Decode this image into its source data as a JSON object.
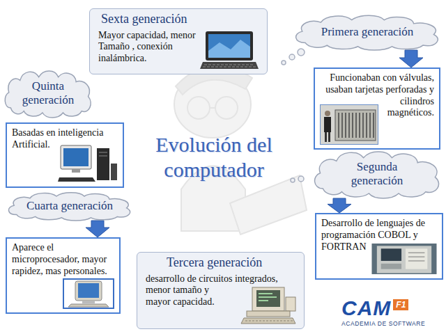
{
  "diagram": {
    "title": "Evolución del computador",
    "nodes": [
      {
        "text": [
          "Sexta generación",
          "Mayor capacidad, menor Tamaño , conexión inalámbrica."
        ]
      },
      {
        "text": [
          "Primera generación"
        ]
      },
      {
        "text": [
          "Funcionaban con válvulas, usaban tarjetas perforadas y cilindros magnéticos."
        ]
      },
      {
        "text": [
          "Quinta generación"
        ]
      },
      {
        "text": [
          "Basadas en inteligencia Artificial."
        ]
      },
      {
        "text": [
          "Segunda generación"
        ]
      },
      {
        "text": [
          "Desarrollo de lenguajes de programación COBOL y FORTRAN"
        ]
      },
      {
        "text": [
          "Cuarta generación"
        ]
      },
      {
        "text": [
          "Aparece el microprocesador, mayor rapidez, mas personales."
        ]
      },
      {
        "text": [
          "Tercera generación",
          "desarrollo de circuitos integrados, menor tamaño y mayor capacidad."
        ]
      }
    ],
    "edges": [
      {
        "from": 1,
        "to": 2,
        "arrow": "to"
      },
      {
        "from": 5,
        "to": 6,
        "arrow": "to"
      },
      {
        "from": 7,
        "to": 8,
        "arrow": "to"
      }
    ],
    "labels": [
      "CAM",
      "F1",
      "ACADEMIA DE SOFTWARE"
    ]
  }
}
